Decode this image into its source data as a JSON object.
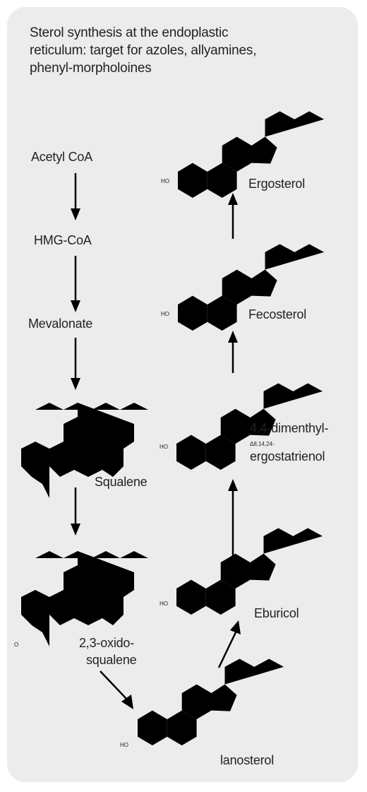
{
  "title": {
    "line1": "Sterol synthesis at the endoplastic",
    "line2": "reticulum: target for azoles, allyamines,",
    "line3": "phenyl-morpholoines"
  },
  "labels": {
    "acetyl_coa": "Acetyl CoA",
    "hmg_coa": "HMG-CoA",
    "mevalonate": "Mevalonate",
    "squalene": "Squalene",
    "oxidosqualene_1": "2,3-oxido-",
    "oxidosqualene_2": "squalene",
    "lanosterol": "lanosterol",
    "eburicol": "Eburicol",
    "dimethyl_1": "4,4-dimenthyl-",
    "dimethyl_2": "Δ8,14,24-",
    "dimethyl_3": "ergostatrienol",
    "fecosterol": "Fecosterol",
    "ergosterol": "Ergosterol",
    "ho": "HO",
    "o": "O"
  },
  "icons": [
    "arrow-down-icon",
    "arrow-up-icon",
    "arrow-diagonal-icon"
  ],
  "colors": {
    "panel": "#ececec",
    "ink": "#000000"
  }
}
